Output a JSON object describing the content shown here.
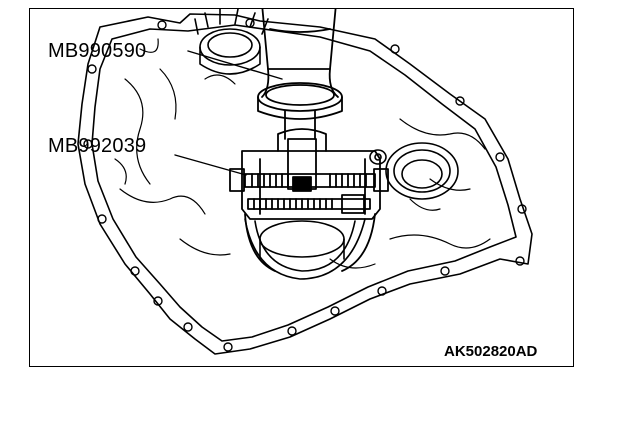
{
  "diagram": {
    "labels": {
      "tool_upper": "MB990590",
      "tool_lower": "MB992039"
    },
    "figure_code": "AK502820AD",
    "colors": {
      "line": "#000000",
      "background": "#ffffff"
    }
  }
}
